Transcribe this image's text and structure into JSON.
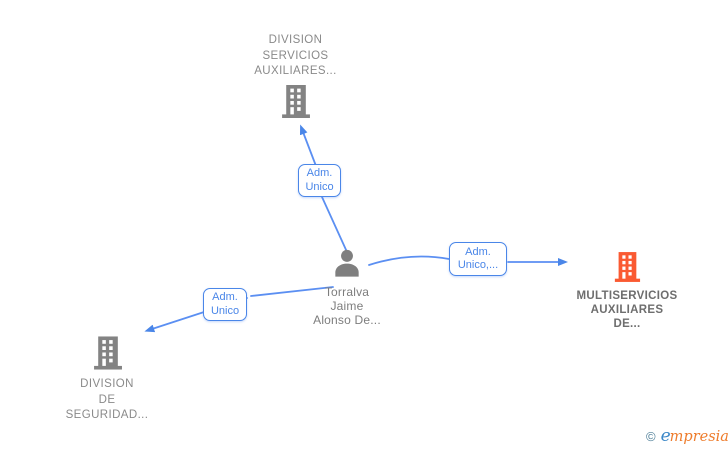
{
  "diagram": {
    "nodes": {
      "company_top": {
        "label": "DIVISION\nSERVICIOS\nAUXILIARES...",
        "icon": "building-icon",
        "color": "#838383"
      },
      "person": {
        "label": "Torralva\nJaime\nAlonso De...",
        "icon": "person-icon",
        "color": "#7f7f7f"
      },
      "company_right": {
        "label": "MULTISERVICIOS\nAUXILIARES\nDE...",
        "icon": "building-icon",
        "color": "#fa5a32",
        "highlighted": true
      },
      "company_bottom_left": {
        "label": "DIVISION\nDE\nSEGURIDAD...",
        "icon": "building-icon",
        "color": "#838383"
      }
    },
    "edge_labels": {
      "person_to_company_top": "Adm.\nUnico",
      "person_to_company_right": "Adm.\nUnico,...",
      "person_to_company_bottom_left": "Adm.\nUnico"
    },
    "colors": {
      "edge_line": "#5b8ff2",
      "edge_arrow": "#4a86e8",
      "edge_label_text": "#4a86e8",
      "edge_label_border": "#4a86e8",
      "company_text": "#8a8a8a",
      "company_text_bold": "#6e6e6e",
      "person_text": "#7d7d7d",
      "building_gray": "#838383",
      "building_orange": "#fa5a32",
      "background": "#ffffff"
    }
  },
  "watermark": {
    "copyright_symbol": "©",
    "brand_first_letter": "e",
    "brand_rest": "mpresia"
  }
}
